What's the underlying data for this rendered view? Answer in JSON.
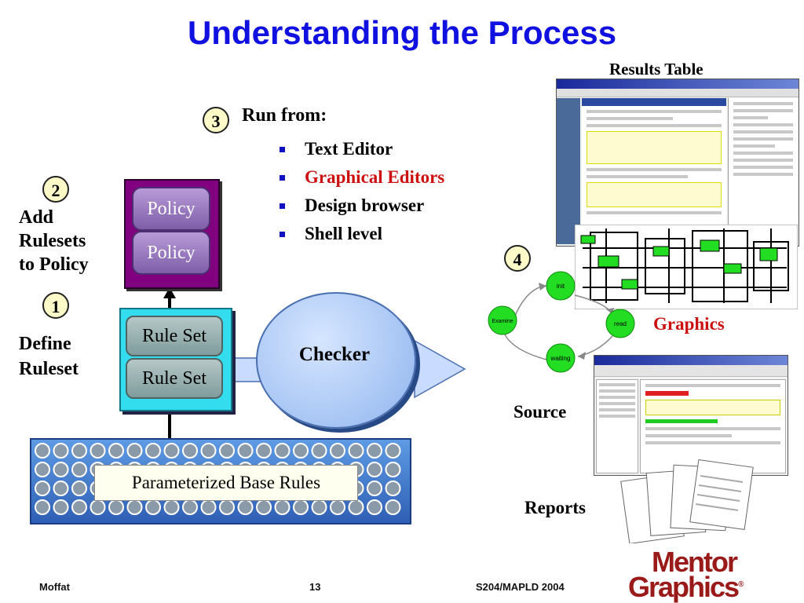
{
  "slide": {
    "title": "Understanding the Process"
  },
  "steps": {
    "step1": {
      "number": "1",
      "label_line1": "Define",
      "label_line2": "Ruleset"
    },
    "step2": {
      "number": "2",
      "label_line1": "Add",
      "label_line2": "Rulesets",
      "label_line3": "to Policy"
    },
    "step3": {
      "number": "3",
      "label": "Run from:"
    },
    "step4": {
      "number": "4"
    }
  },
  "run_from": [
    {
      "text": "Text Editor",
      "color": "#000000"
    },
    {
      "text": "Graphical Editors",
      "color": "#cc1010"
    },
    {
      "text": "Design browser",
      "color": "#000000"
    },
    {
      "text": "Shell level",
      "color": "#000000"
    }
  ],
  "diagram": {
    "policy_labels": [
      "Policy",
      "Policy"
    ],
    "ruleset_labels": [
      "Rule Set",
      "Rule Set"
    ],
    "checker_label": "Checker",
    "base_rules_label": "Parameterized Base Rules"
  },
  "outputs": {
    "results_table": "Results Table",
    "graphics": "Graphics",
    "source": "Source",
    "reports": "Reports"
  },
  "state_machine": {
    "states": [
      "init",
      "read",
      "waiting",
      "Examine"
    ]
  },
  "footer": {
    "author": "Moffat",
    "page_number": "13",
    "event": "S204/MAPLD 2004"
  },
  "logo": {
    "line1": "Mentor",
    "line2": "Graphics",
    "mark": "®"
  },
  "colors": {
    "title": "#1010e0",
    "accent_red": "#cc1010",
    "policy_box": "#800080",
    "ruleset_box": "#33ddee",
    "checker": "#8fb4ee",
    "base_tray": "#3e74c8",
    "state_node": "#22dd22"
  }
}
